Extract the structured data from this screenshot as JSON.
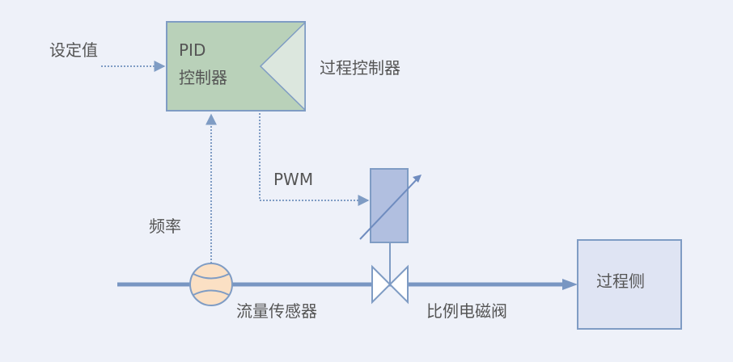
{
  "labels": {
    "setpoint": "设定值",
    "pid_line1": "PID",
    "pid_line2": "控制器",
    "process_controller": "过程控制器",
    "pwm": "PWM",
    "frequency": "频率",
    "flow_sensor": "流量传感器",
    "proportional_valve": "比例电磁阀",
    "process_side": "过程侧"
  },
  "colors": {
    "background": "#eef1f9",
    "pid_fill": "#b9d1b9",
    "pid_triangle": "#dce7de",
    "block_stroke": "#7f9cc4",
    "actuator_fill": "#b1bfe0",
    "process_fill": "#dfe4f3",
    "sensor_fill": "#fbe0c4",
    "pipe": "#7896c2",
    "signal": "#7f9cc4",
    "text": "#555555"
  }
}
